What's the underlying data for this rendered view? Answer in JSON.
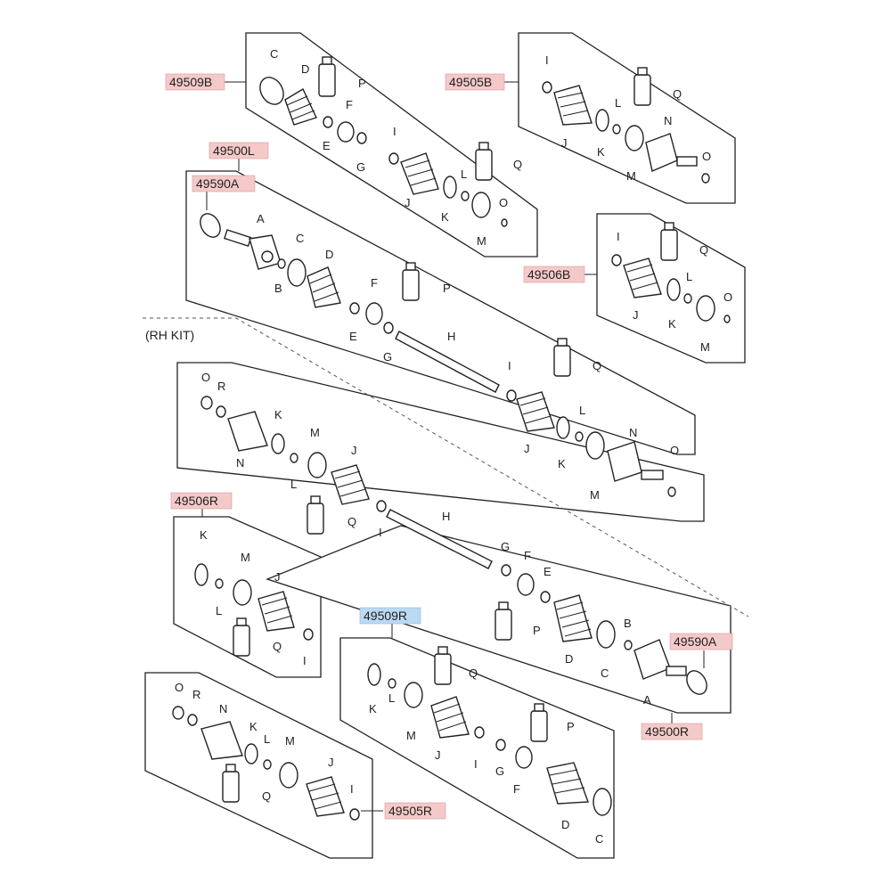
{
  "kit_label": "(RH KIT)",
  "part_numbers": {
    "lh_boot_kit": "49509B",
    "lh_inner_kit": "49505B",
    "lh_shaft": "49500L",
    "lh_ring": "49590A",
    "lh_repair_kit": "49506B",
    "rh_repair_kit": "49506R",
    "rh_boot_kit": "49509R",
    "rh_ring": "49590A",
    "rh_shaft": "49500R",
    "rh_inner_kit": "49505R"
  },
  "part_letters": {
    "A": "A",
    "B": "B",
    "C": "C",
    "D": "D",
    "E": "E",
    "F": "F",
    "G": "G",
    "H": "H",
    "I": "I",
    "J": "J",
    "K": "K",
    "L": "L",
    "M": "M",
    "N": "N",
    "O": "O",
    "P": "P",
    "Q": "Q",
    "R": "R"
  },
  "colors": {
    "highlight": "#f4c9c9",
    "selected": "#bcd9f3",
    "line": "#222222"
  }
}
